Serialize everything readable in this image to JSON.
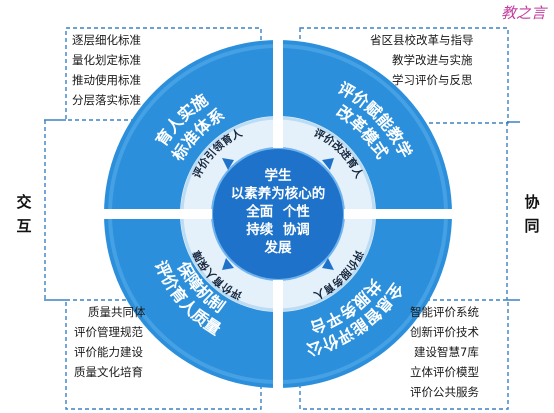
{
  "watermark": "教之言",
  "center": {
    "lines": [
      "学生",
      "以素养为核心的",
      "全面  个性",
      "持续  协调",
      "发展"
    ]
  },
  "ring_labels": {
    "tl": "评价引领育人",
    "tr": "评价改进育人",
    "bl": "评价育人保障",
    "br": "评价服务育人"
  },
  "quadrants": {
    "tl": {
      "line1": "育人实施",
      "line2": "标准体系"
    },
    "tr": {
      "line1": "评价赋能教学",
      "line2": "改革模式"
    },
    "bl": {
      "line1": "评价育人质量",
      "line2": "保障机制"
    },
    "br": {
      "line1": "全息智能评价公",
      "line2": "共服务平台"
    }
  },
  "lists": {
    "tl": [
      "逐层细化标准",
      "量化划定标准",
      "推动使用标准",
      "分层落实标准"
    ],
    "tr": [
      "省区县校改革与指导",
      "教学改进与实施",
      "学习评价与反思"
    ],
    "bl": [
      "质量共同体",
      "评价管理规范",
      "评价能力建设",
      "质量文化培育"
    ],
    "br": [
      "智能评价系统",
      "创新评价技术",
      "建设智慧7库",
      "立体评价模型",
      "评价公共服务"
    ]
  },
  "side_left": "交互",
  "side_right": "协同",
  "colors": {
    "outer": "#2b8fdb",
    "outer_dark": "#1f7ccb",
    "inner": "#e4f1fb",
    "core": "#1f72c9",
    "frame": "#3b82c4"
  }
}
